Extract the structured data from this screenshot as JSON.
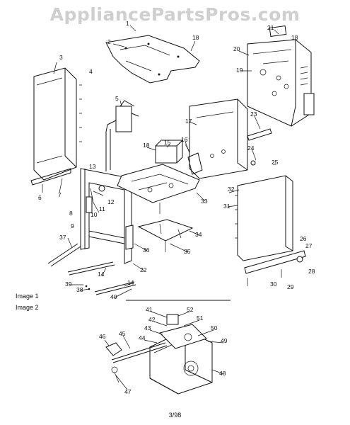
{
  "watermark": "AppliancePartsPros.com",
  "captions": {
    "image1": "Image 1",
    "image2": "Image 2"
  },
  "footer": "3/98",
  "callouts": [
    "1",
    "2",
    "3",
    "4",
    "5",
    "6",
    "7",
    "8",
    "9",
    "10",
    "11",
    "12",
    "13",
    "14",
    "14",
    "15",
    "16",
    "17",
    "18",
    "18",
    "18",
    "19",
    "20",
    "21",
    "22",
    "23",
    "24",
    "25",
    "26",
    "27",
    "28",
    "29",
    "30",
    "31",
    "32",
    "33",
    "34",
    "35",
    "36",
    "37",
    "38",
    "39",
    "40",
    "41",
    "42",
    "43",
    "44",
    "45",
    "46",
    "47",
    "48",
    "49",
    "50",
    "51",
    "52"
  ]
}
